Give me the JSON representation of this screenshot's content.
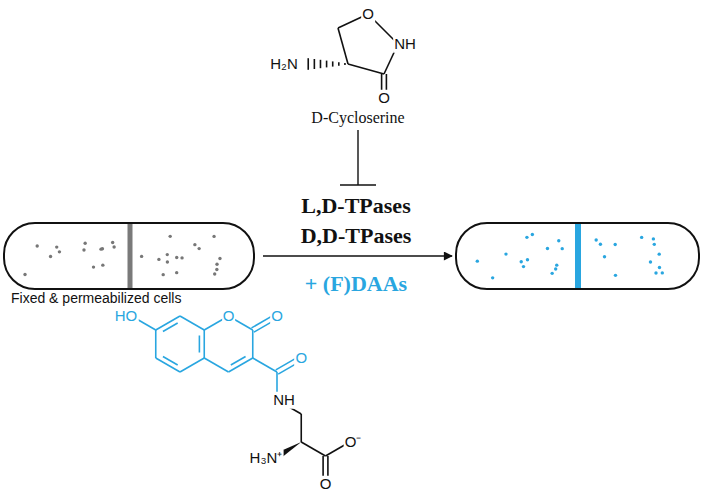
{
  "diagram": {
    "nodes": [
      {
        "text": [
          "Fixed & permeabilized cells"
        ]
      },
      {
        "text": []
      }
    ],
    "edges": [
      {
        "from": 0,
        "to": 1,
        "arrow": "to"
      }
    ],
    "labels": [
      "O",
      "NH",
      "H₂N",
      "O",
      "D-Cycloserine",
      "L,D-TPases",
      "D,D-TPases",
      "+ (F)DAAs",
      "HO",
      "O",
      "O",
      "O",
      "NH",
      "H₃N⁺",
      "O",
      "O⁻"
    ]
  }
}
